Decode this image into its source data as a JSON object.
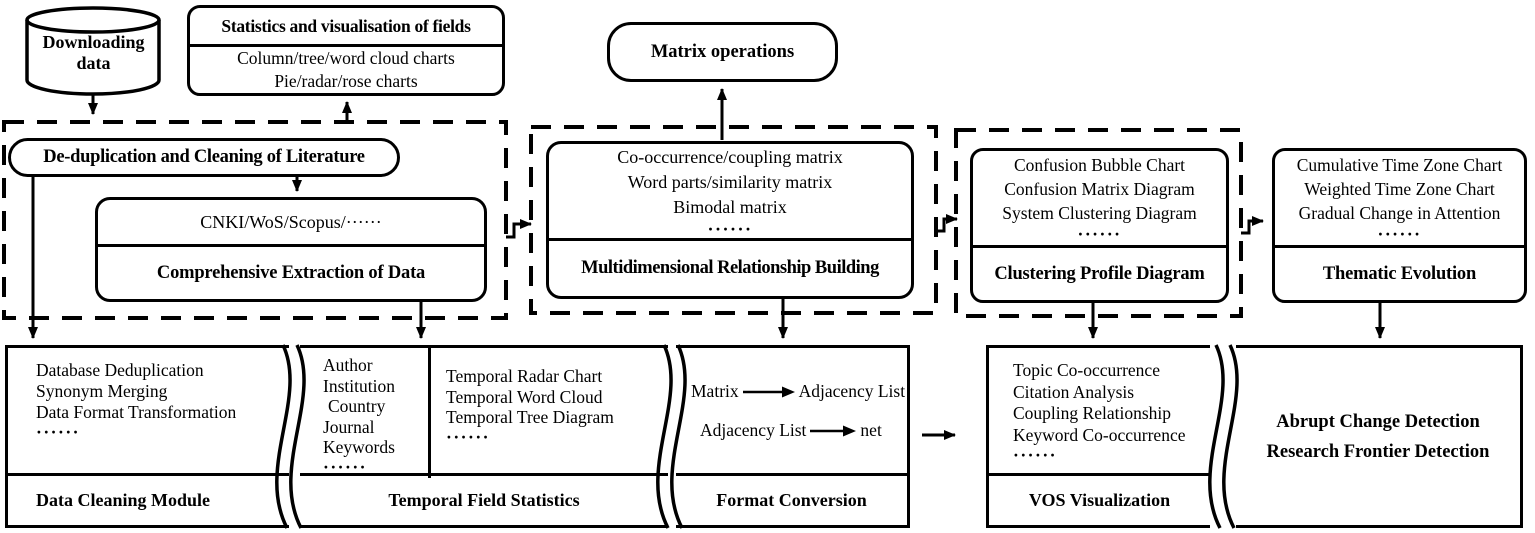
{
  "top": {
    "downloading_label": "Downloading data",
    "stats_box": {
      "title": "Statistics and visualisation of fields",
      "lines": [
        "Column/tree/word cloud charts",
        "Pie/radar/rose charts"
      ]
    },
    "matrix_operations": "Matrix operations"
  },
  "pipeline": {
    "dedup_title": "De-duplication and Cleaning of Literature",
    "extraction": {
      "sources": "CNKI/WoS/Scopus/······",
      "footer": "Comprehensive Extraction of Data"
    },
    "relationship": {
      "lines": [
        "Co-occurrence/coupling matrix",
        "Word parts/similarity matrix",
        "Bimodal matrix",
        "······"
      ],
      "footer": "Multidimensional Relationship Building"
    },
    "clustering": {
      "lines": [
        "Confusion Bubble Chart",
        "Confusion Matrix Diagram",
        "System Clustering Diagram",
        "······"
      ],
      "footer": "Clustering Profile Diagram"
    },
    "thematic": {
      "lines": [
        "Cumulative Time Zone Chart",
        "Weighted Time Zone Chart",
        "Gradual Change in Attention",
        "······"
      ],
      "footer": "Thematic Evolution"
    }
  },
  "modules": {
    "data_cleaning": {
      "items": [
        "Database Deduplication",
        "Synonym Merging",
        "Data Format Transformation",
        "······"
      ],
      "footer": "Data Cleaning Module"
    },
    "temporal": {
      "fields": [
        "Author",
        "Institution",
        "Country",
        "Journal",
        "Keywords",
        "······"
      ],
      "charts": [
        "Temporal Radar Chart",
        "Temporal Word Cloud",
        "Temporal Tree Diagram",
        "······"
      ],
      "footer": "Temporal Field Statistics"
    },
    "format_conversion": {
      "row1_from": "Matrix",
      "row1_to": "Adjacency List",
      "row2_from": "Adjacency List",
      "row2_to": "net",
      "footer": "Format Conversion"
    },
    "vos": {
      "items": [
        "Topic Co-occurrence",
        "Citation Analysis",
        "Coupling Relationship",
        "Keyword Co-occurrence",
        "······"
      ],
      "footer": "VOS Visualization"
    },
    "detection": {
      "lines": [
        "Abrupt Change Detection",
        "Research Frontier Detection"
      ]
    }
  },
  "colors": {
    "ink": "#000000",
    "background": "#ffffff"
  }
}
